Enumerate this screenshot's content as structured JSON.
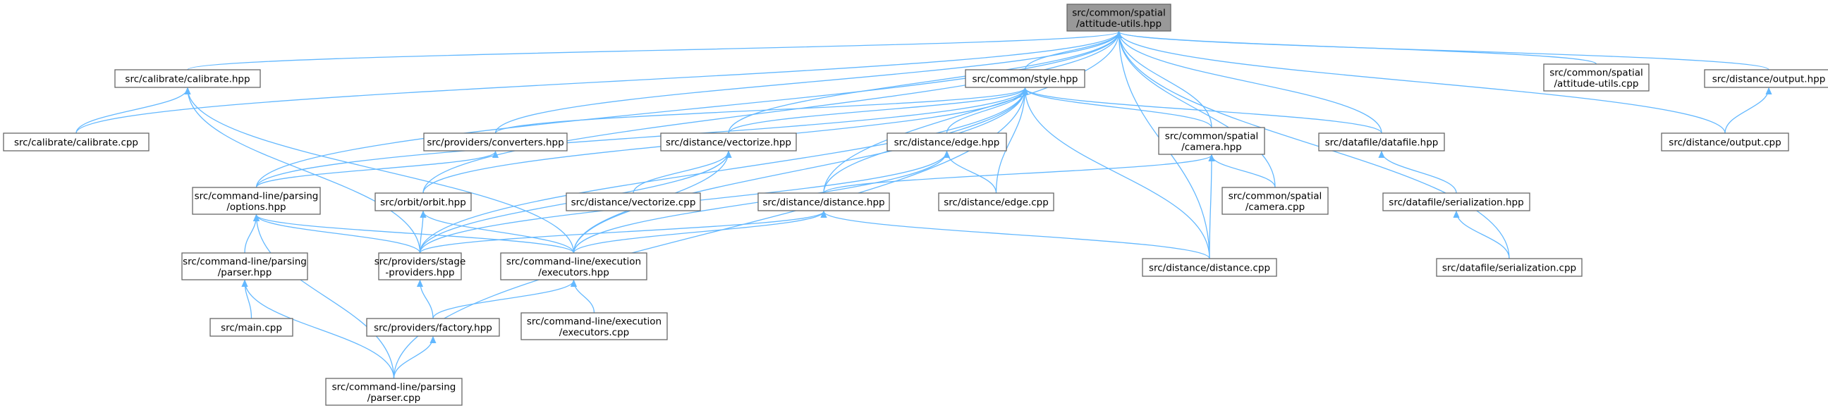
{
  "colors": {
    "edge": "#63b8ff",
    "root_fill": "#999999",
    "node_border": "#666666"
  },
  "nodes": [
    {
      "id": "root",
      "lines": [
        "src/common/spatial",
        "/attitude-utils.hpp"
      ],
      "root": true
    },
    {
      "id": "cal_hpp",
      "lines": [
        "src/calibrate/calibrate.hpp"
      ]
    },
    {
      "id": "style",
      "lines": [
        "src/common/style.hpp"
      ]
    },
    {
      "id": "au_cpp",
      "lines": [
        "src/common/spatial",
        "/attitude-utils.cpp"
      ]
    },
    {
      "id": "out_hpp",
      "lines": [
        "src/distance/output.hpp"
      ]
    },
    {
      "id": "cal_cpp",
      "lines": [
        "src/calibrate/calibrate.cpp"
      ]
    },
    {
      "id": "conv",
      "lines": [
        "src/providers/converters.hpp"
      ]
    },
    {
      "id": "vec_hpp",
      "lines": [
        "src/distance/vectorize.hpp"
      ]
    },
    {
      "id": "edge_hpp",
      "lines": [
        "src/distance/edge.hpp"
      ]
    },
    {
      "id": "cam_hpp",
      "lines": [
        "src/common/spatial",
        "/camera.hpp"
      ]
    },
    {
      "id": "df_hpp",
      "lines": [
        "src/datafile/datafile.hpp"
      ]
    },
    {
      "id": "out_cpp",
      "lines": [
        "src/distance/output.cpp"
      ]
    },
    {
      "id": "opt",
      "lines": [
        "src/command-line/parsing",
        "/options.hpp"
      ]
    },
    {
      "id": "orbit",
      "lines": [
        "src/orbit/orbit.hpp"
      ]
    },
    {
      "id": "vec_cpp",
      "lines": [
        "src/distance/vectorize.cpp"
      ]
    },
    {
      "id": "dist_hpp",
      "lines": [
        "src/distance/distance.hpp"
      ]
    },
    {
      "id": "edge_cpp",
      "lines": [
        "src/distance/edge.cpp"
      ]
    },
    {
      "id": "cam_cpp",
      "lines": [
        "src/common/spatial",
        "/camera.cpp"
      ]
    },
    {
      "id": "ser_hpp",
      "lines": [
        "src/datafile/serialization.hpp"
      ]
    },
    {
      "id": "parser_hpp",
      "lines": [
        "src/command-line/parsing",
        "/parser.hpp"
      ]
    },
    {
      "id": "stage",
      "lines": [
        "src/providers/stage",
        "-providers.hpp"
      ]
    },
    {
      "id": "exec_hpp",
      "lines": [
        "src/command-line/execution",
        "/executors.hpp"
      ]
    },
    {
      "id": "dist_cpp",
      "lines": [
        "src/distance/distance.cpp"
      ]
    },
    {
      "id": "ser_cpp",
      "lines": [
        "src/datafile/serialization.cpp"
      ]
    },
    {
      "id": "main",
      "lines": [
        "src/main.cpp"
      ]
    },
    {
      "id": "factory",
      "lines": [
        "src/providers/factory.hpp"
      ]
    },
    {
      "id": "exec_cpp",
      "lines": [
        "src/command-line/execution",
        "/executors.cpp"
      ]
    },
    {
      "id": "parser_cpp",
      "lines": [
        "src/command-line/parsing",
        "/parser.cpp"
      ]
    }
  ],
  "edges": [
    [
      "cal_hpp",
      "root"
    ],
    [
      "style",
      "root"
    ],
    [
      "au_cpp",
      "root"
    ],
    [
      "out_hpp",
      "root"
    ],
    [
      "cal_cpp",
      "root"
    ],
    [
      "conv",
      "root"
    ],
    [
      "vec_hpp",
      "root"
    ],
    [
      "cam_hpp",
      "root"
    ],
    [
      "df_hpp",
      "root"
    ],
    [
      "out_cpp",
      "root"
    ],
    [
      "opt",
      "root"
    ],
    [
      "orbit",
      "root"
    ],
    [
      "dist_hpp",
      "root"
    ],
    [
      "cam_cpp",
      "root"
    ],
    [
      "dist_cpp",
      "root"
    ],
    [
      "ser_cpp",
      "root"
    ],
    [
      "cal_cpp",
      "cal_hpp"
    ],
    [
      "stage",
      "cal_hpp"
    ],
    [
      "exec_hpp",
      "cal_hpp"
    ],
    [
      "conv",
      "style"
    ],
    [
      "vec_hpp",
      "style"
    ],
    [
      "edge_hpp",
      "style"
    ],
    [
      "cam_hpp",
      "style"
    ],
    [
      "df_hpp",
      "style"
    ],
    [
      "opt",
      "style"
    ],
    [
      "orbit",
      "style"
    ],
    [
      "dist_hpp",
      "style"
    ],
    [
      "edge_cpp",
      "style"
    ],
    [
      "stage",
      "style"
    ],
    [
      "exec_hpp",
      "style"
    ],
    [
      "dist_cpp",
      "style"
    ],
    [
      "parser_cpp",
      "style"
    ],
    [
      "out_cpp",
      "out_hpp"
    ],
    [
      "opt",
      "conv"
    ],
    [
      "vec_cpp",
      "vec_hpp"
    ],
    [
      "stage",
      "vec_hpp"
    ],
    [
      "exec_hpp",
      "vec_hpp"
    ],
    [
      "edge_cpp",
      "edge_hpp"
    ],
    [
      "stage",
      "edge_hpp"
    ],
    [
      "exec_hpp",
      "edge_hpp"
    ],
    [
      "dist_hpp",
      "cam_hpp"
    ],
    [
      "cam_cpp",
      "cam_hpp"
    ],
    [
      "dist_cpp",
      "cam_hpp"
    ],
    [
      "ser_hpp",
      "df_hpp"
    ],
    [
      "parser_hpp",
      "opt"
    ],
    [
      "stage",
      "opt"
    ],
    [
      "exec_hpp",
      "opt"
    ],
    [
      "parser_cpp",
      "opt"
    ],
    [
      "stage",
      "orbit"
    ],
    [
      "exec_hpp",
      "orbit"
    ],
    [
      "stage",
      "dist_hpp"
    ],
    [
      "exec_hpp",
      "dist_hpp"
    ],
    [
      "dist_cpp",
      "dist_hpp"
    ],
    [
      "ser_cpp",
      "ser_hpp"
    ],
    [
      "main",
      "parser_hpp"
    ],
    [
      "parser_cpp",
      "parser_hpp"
    ],
    [
      "factory",
      "stage"
    ],
    [
      "factory",
      "exec_hpp"
    ],
    [
      "exec_cpp",
      "exec_hpp"
    ],
    [
      "parser_cpp",
      "factory"
    ]
  ]
}
